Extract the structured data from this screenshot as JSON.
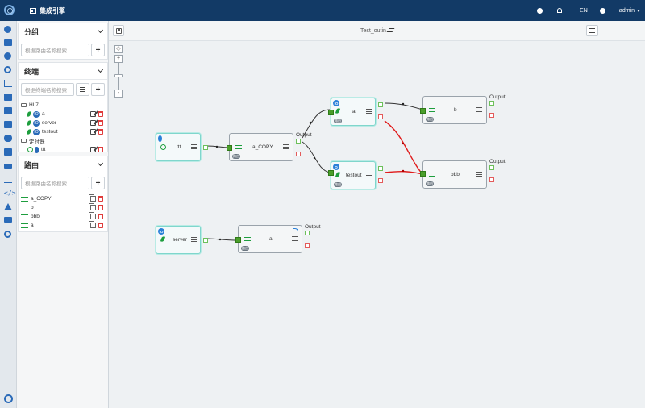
{
  "header": {
    "brand": "集成引擎",
    "lang": "EN",
    "user": "admin"
  },
  "rail_icons": [
    "dashboard-icon",
    "table-icon",
    "info-icon",
    "search-icon",
    "chart-icon",
    "book-icon",
    "book-icon",
    "image-icon",
    "database-icon",
    "book-icon",
    "swap-icon",
    "signal-icon",
    "code-icon",
    "warning-icon",
    "sitemap-icon",
    "clock-icon"
  ],
  "groups": {
    "title": "分组",
    "search_placeholder": "根据路由名称搜索",
    "add_label": "+"
  },
  "endpoints": {
    "title": "终端",
    "search_placeholder": "根据终端名称搜索",
    "add_label": "+",
    "folders": [
      {
        "name": "HL7",
        "items": [
          {
            "badge": "IO",
            "label": "a"
          },
          {
            "badge": "IO",
            "label": "server"
          },
          {
            "badge": "IO",
            "label": "testout"
          }
        ]
      },
      {
        "name": "定时器",
        "items": [
          {
            "badge": "I",
            "label": "ttt"
          }
        ]
      }
    ]
  },
  "routes": {
    "title": "路由",
    "search_placeholder": "根据路由名称搜索",
    "add_label": "+",
    "items": [
      "a_COPY",
      "b",
      "bbb",
      "a"
    ]
  },
  "canvas": {
    "title": "Test_outin",
    "zoom_in": "+",
    "zoom_out": "-",
    "output_label": "Output",
    "nodes": {
      "ttt": {
        "label": "ttt",
        "badge": "I"
      },
      "a_copy": {
        "label": "a_COPY",
        "badge": "路由"
      },
      "a_ep": {
        "label": "a",
        "badge": "IO",
        "sub": "路由"
      },
      "testout": {
        "label": "testout",
        "badge": "O",
        "sub": "路由"
      },
      "b": {
        "label": "b",
        "badge": "路由"
      },
      "bbb": {
        "label": "bbb",
        "badge": "路由"
      },
      "server": {
        "label": "server",
        "badge": "IO"
      },
      "a_route": {
        "label": "a",
        "badge": "路由"
      }
    }
  }
}
